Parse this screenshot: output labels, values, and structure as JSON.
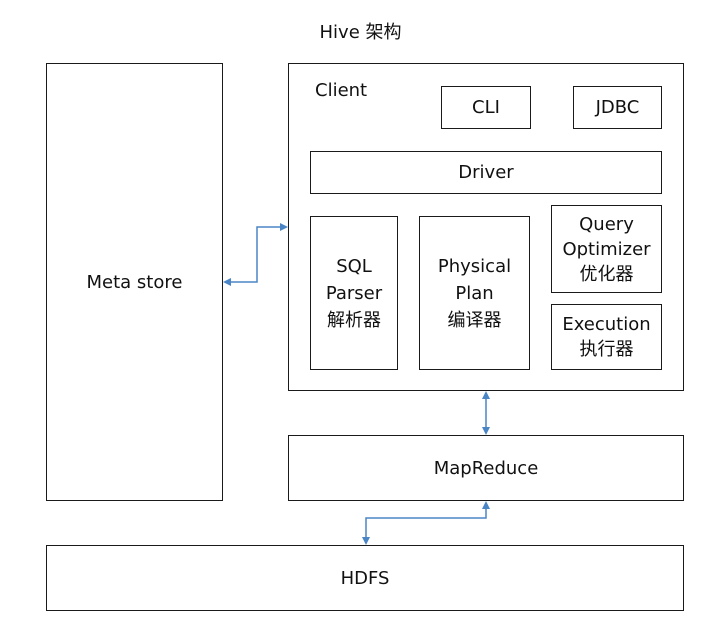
{
  "diagram": {
    "title": "Hive 架构",
    "metastore": {
      "label": "Meta store"
    },
    "client": {
      "label": "Client",
      "cli": "CLI",
      "jdbc": "JDBC",
      "driver": "Driver",
      "sql_parser": {
        "line1": "SQL",
        "line2": "Parser",
        "line3": "解析器"
      },
      "physical_plan": {
        "line1": "Physical",
        "line2": "Plan",
        "line3": "编译器"
      },
      "query_optimizer": {
        "line1": "Query",
        "line2": "Optimizer",
        "line3": "优化器"
      },
      "execution": {
        "line1": "Execution",
        "line2": "执行器"
      }
    },
    "mapreduce": {
      "label": "MapReduce"
    },
    "hdfs": {
      "label": "HDFS"
    },
    "colors": {
      "arrow": "#4a86c5",
      "border": "#1a1a1a"
    }
  }
}
